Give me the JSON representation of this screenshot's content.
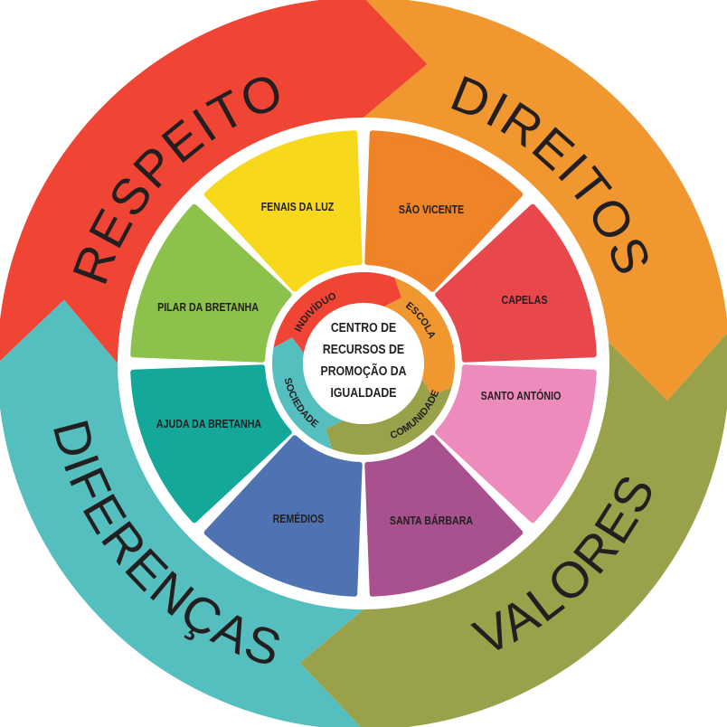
{
  "outer_ring": [
    {
      "label": "RESPEITO",
      "color": "#f04534"
    },
    {
      "label": "DIREITOS",
      "color": "#f0982f"
    },
    {
      "label": "VALORES",
      "color": "#9aa14b"
    },
    {
      "label": "DIFERENÇAS",
      "color": "#55bfbf"
    }
  ],
  "segments": [
    {
      "label": "SÃO VICENTE",
      "color": "#ef8327"
    },
    {
      "label": "CAPELAS",
      "color": "#e8484b"
    },
    {
      "label": "SANTO ANTÓNIO",
      "color": "#ee8bbd"
    },
    {
      "label": "SANTA BÁRBARA",
      "color": "#a9508e"
    },
    {
      "label": "REMÉDIOS",
      "color": "#4f73b2"
    },
    {
      "label": "AJUDA DA BRETANHA",
      "color": "#13a89a"
    },
    {
      "label": "PILAR DA BRETANHA",
      "color": "#8cc14b"
    },
    {
      "label": "FENAIS DA LUZ",
      "color": "#f8d81b"
    }
  ],
  "inner_ring": [
    {
      "label": "INDIVÍDUO",
      "color": "#f04534"
    },
    {
      "label": "ESCOLA",
      "color": "#f0982f"
    },
    {
      "label": "COMUNIDADE",
      "color": "#9aa14b"
    },
    {
      "label": "SOCIEDADE",
      "color": "#55bfbf"
    }
  ],
  "center": {
    "lines": [
      "CENTRO DE",
      "RECURSOS DE",
      "PROMOÇÃO DA",
      "IGUALDADE"
    ]
  }
}
